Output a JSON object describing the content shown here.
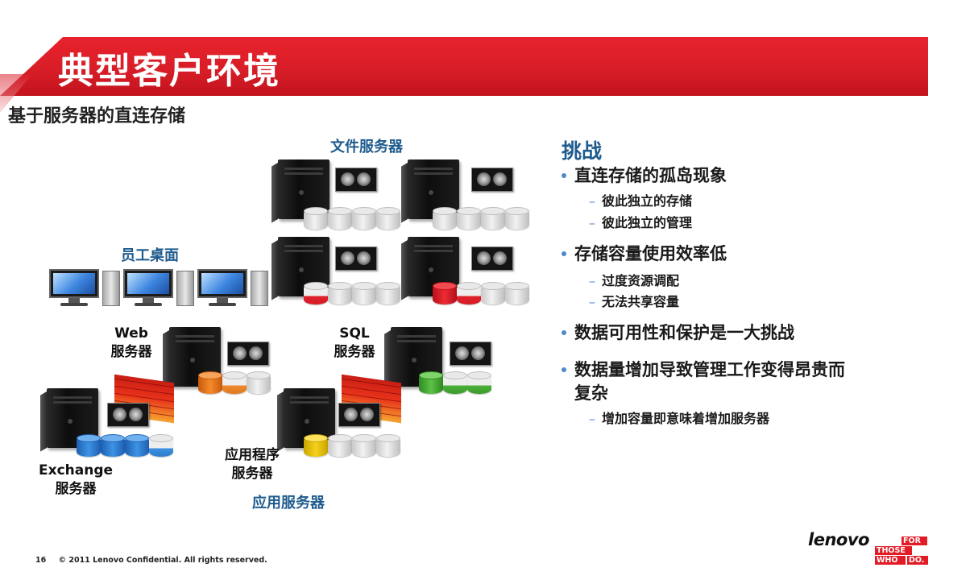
{
  "slide": {
    "title": "典型客户环境",
    "subtitle": "基于服务器的直连存储"
  },
  "diagram": {
    "file_server_label": "文件服务器",
    "desktop_label": "员工桌面",
    "web_server_label_line1": "Web",
    "web_server_label_line2": "服务器",
    "sql_server_label_line1": "SQL",
    "sql_server_label_line2": "服务器",
    "exchange_label_line1": "Exchange",
    "exchange_label_line2": "服务器",
    "app_program_label_line1": "应用程序",
    "app_program_label_line2": "服务器",
    "app_server_group_label": "应用服务器"
  },
  "challenges": {
    "heading": "挑战",
    "items": [
      {
        "text": "直连存储的孤岛现象",
        "subs": [
          "彼此独立的存储",
          "彼此独立的管理"
        ]
      },
      {
        "text": "存储容量使用效率低",
        "subs": [
          "过度资源调配",
          "无法共享容量"
        ]
      },
      {
        "text": "数据可用性和保护是一大挑战",
        "subs": []
      },
      {
        "text_line1": "数据量增加导致管理工作变得昂贵而",
        "text_line2": "复杂",
        "subs": [
          "增加容量即意味着增加服务器"
        ]
      }
    ],
    "sub_dash": "–"
  },
  "footer": {
    "page_number": "16",
    "copyright": "© 2011 Lenovo Confidential. All rights reserved."
  },
  "logo": {
    "wordmark": "lenovo",
    "for": "FOR",
    "those": "THOSE",
    "who": "WHO",
    "do": "DO.",
    "brand_color": "#e21c26"
  },
  "colors": {
    "title_band": "#d81e28",
    "heading_blue": "#1f5b8e",
    "bullet_blue": "#4f89c8"
  }
}
